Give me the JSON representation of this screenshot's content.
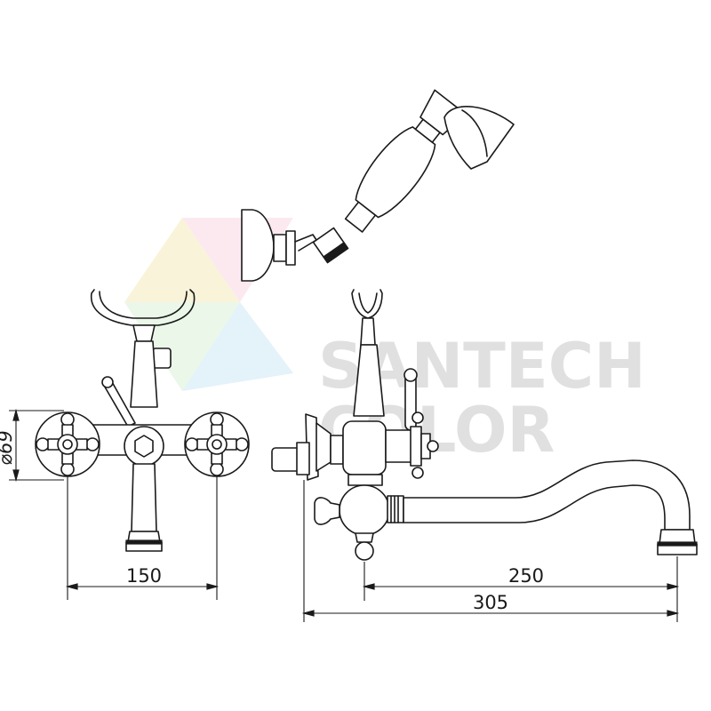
{
  "watermark": {
    "line1": "SANTECH",
    "line2": "COLOR",
    "colors": [
      "#f6eecb",
      "#fbdfe9",
      "#e2f3df",
      "#d8ecf6"
    ]
  },
  "dimensions": {
    "width_between_inlets": "150",
    "flange_diameter": "⌀69",
    "spout_length": "250",
    "overall_length": "305"
  },
  "colors": {
    "line": "#1a1a1a",
    "background": "#ffffff"
  }
}
